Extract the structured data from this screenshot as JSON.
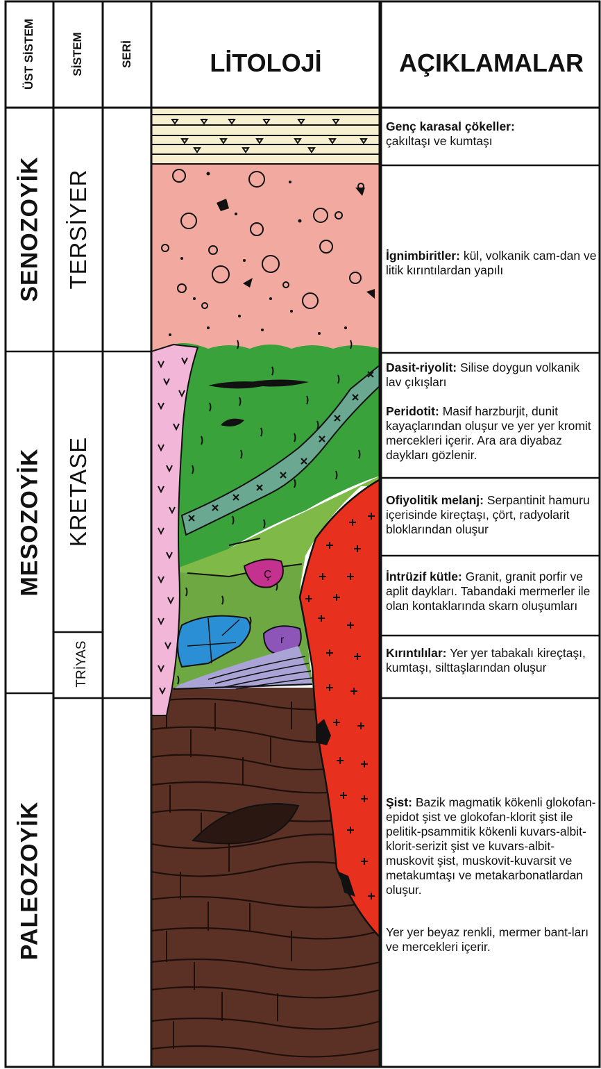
{
  "headers": {
    "ust_sistem": "ÜST SİSTEM",
    "sistem": "SİSTEM",
    "seri": "SERİ",
    "litoloji": "LİTOLOJİ",
    "aciklamalar": "AÇIKLAMALAR"
  },
  "eras": {
    "senozoyik": "SENOZOYİK",
    "mesozoyik": "MESOZOYİK",
    "paleozoyik": "PALEOZOYİK"
  },
  "systems": {
    "tersiyer": "TERSİYER",
    "kretase": "KRETASE",
    "triyas": "TRİYAS"
  },
  "descriptions": [
    {
      "title": "Genç karasal çökeller:",
      "text": "çakıltaşı ve kumtaşı"
    },
    {
      "title": "İgnimbiritler:",
      "text": "kül, volkanik cam-dan ve litik kırıntılardan yapılı"
    },
    {
      "title": "Dasit-riyolit:",
      "text": "Silise doygun volkanik lav çıkışları"
    },
    {
      "title": "Peridotit:",
      "text": "Masif harzburjit, dunit kayaçlarından oluşur ve yer yer kromit mercekleri içerir. Ara ara diyabaz daykları gözlenir."
    },
    {
      "title": "Ofiyolitik melanj:",
      "text": "Serpantinit hamuru içerisinde kireçtaşı, çört, radyolarit bloklarından oluşur"
    },
    {
      "title": "İntrüzif kütle:",
      "text": "Granit, granit porfir ve aplit daykları. Tabandaki mermerler ile olan kontaklarında skarn oluşumları"
    },
    {
      "title": "Kırıntılılar:",
      "text": "Yer yer tabakalı kireçtaşı, kumtaşı, silttaşlarından oluşur"
    },
    {
      "title": "Şist:",
      "text": "Bazik magmatik kökenli glokofan-epidot şist ve glokofan-klorit şist ile pelitik-psammitik kökenli kuvars-albit-klorit-serizit şist ve kuvars-albit-muskovit şist, muskovit-kuvarsit ve metakumtaşı ve metakarbonatlardan oluşur."
    },
    {
      "title": "",
      "text": "Yer yer beyaz renkli, mermer bant-ları ve mercekleri içerir."
    }
  ],
  "block_labels": {
    "cort": "Ç",
    "radyolarit": "r"
  },
  "colors": {
    "genc_karasal": "#f6efd0",
    "ignimbirit": "#f1a9a0",
    "dasit": "#f2b6d8",
    "peridotit": "#3aa23a",
    "dayk": "#6aa891",
    "melanj": "#7fba48",
    "melanj_lower": "#6ea843",
    "granit": "#e8301f",
    "sist": "#5c3125",
    "mermer": "#2a8fd4",
    "cort": "#c4318f",
    "radyolarit": "#8e55b8"
  }
}
